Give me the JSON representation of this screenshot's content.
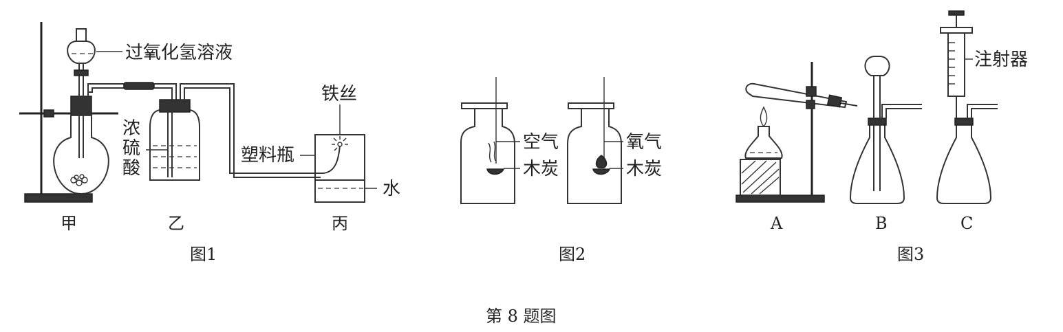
{
  "figure_caption": "第 8 题图",
  "figures": [
    {
      "caption": "图1",
      "labels": {
        "reagent": "过氧化氢溶液",
        "acid": [
          "浓",
          "硫",
          "酸"
        ],
        "wire": "铁丝",
        "bottle": "塑料瓶",
        "water": "水"
      },
      "parts": [
        "甲",
        "乙",
        "丙"
      ]
    },
    {
      "caption": "图2",
      "labels": {
        "air": "空气",
        "charcoal_air": "木炭",
        "oxygen": "氧气",
        "charcoal_oxygen": "木炭"
      }
    },
    {
      "caption": "图3",
      "labels": {
        "syringe": "注射器"
      },
      "parts": [
        "A",
        "B",
        "C"
      ]
    }
  ]
}
